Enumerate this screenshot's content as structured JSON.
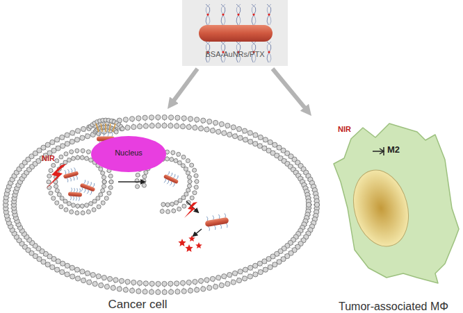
{
  "diagram": {
    "nodes": [
      {
        "text": [
          "BSA-AuNRs/PTX"
        ]
      },
      {
        "text": [
          "Cancer cell"
        ]
      },
      {
        "text": [
          "Nucleus"
        ],
        "in": 1
      },
      {
        "text": [
          "Tumor-associated MΦ"
        ]
      }
    ],
    "edges": [
      {
        "from": 0,
        "to": 1,
        "arrow": "to"
      },
      {
        "from": 0,
        "to": 3,
        "arrow": "to"
      }
    ],
    "labels": [
      "NIR",
      "NIR",
      "M2"
    ]
  }
}
